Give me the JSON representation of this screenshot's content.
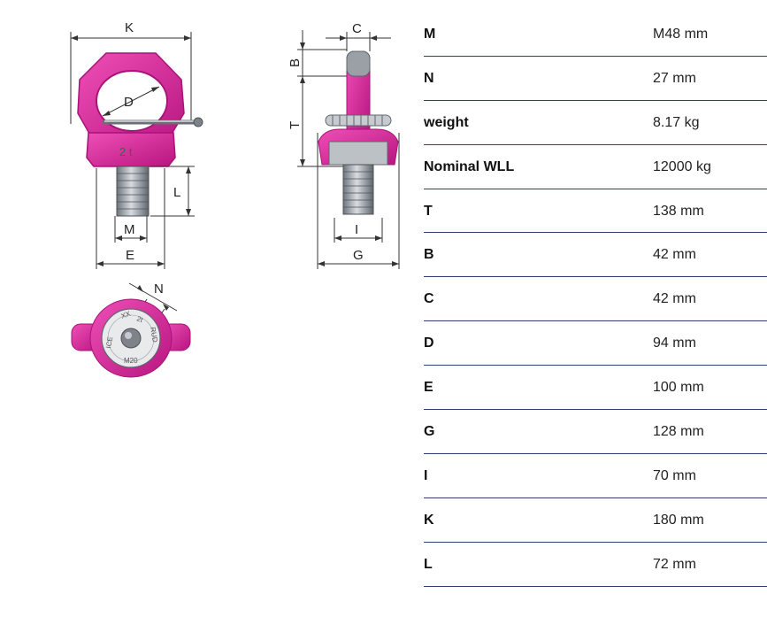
{
  "drawing_labels": {
    "front": {
      "K": "K",
      "D": "D",
      "L": "L",
      "M": "M",
      "E": "E",
      "ring_marking": "2 t"
    },
    "side": {
      "C": "C",
      "B": "B",
      "T": "T",
      "I": "I",
      "G": "G"
    },
    "top": {
      "N": "N",
      "stamp_1": "XX",
      "stamp_2": "ICE",
      "stamp_3": "M20",
      "stamp_4": "RUD",
      "stamp_5": "2t"
    }
  },
  "specs": [
    {
      "key": "M",
      "value": "M48 mm"
    },
    {
      "key": "N",
      "value": "27 mm"
    },
    {
      "key": "weight",
      "value": "8.17 kg"
    },
    {
      "key": "Nominal WLL",
      "value": "12000 kg"
    },
    {
      "key": "T",
      "value": "138 mm"
    },
    {
      "key": "B",
      "value": "42 mm"
    },
    {
      "key": "C",
      "value": "42 mm"
    },
    {
      "key": "D",
      "value": "94 mm"
    },
    {
      "key": "E",
      "value": "100 mm"
    },
    {
      "key": "G",
      "value": "128 mm"
    },
    {
      "key": "I",
      "value": "70 mm"
    },
    {
      "key": "K",
      "value": "180 mm"
    },
    {
      "key": "L",
      "value": "72 mm"
    }
  ],
  "colors": {
    "magenta": "#d9239a",
    "magenta_dark": "#a8137a",
    "steel": "#9aa0a6",
    "rule": "#2f3f7a"
  }
}
